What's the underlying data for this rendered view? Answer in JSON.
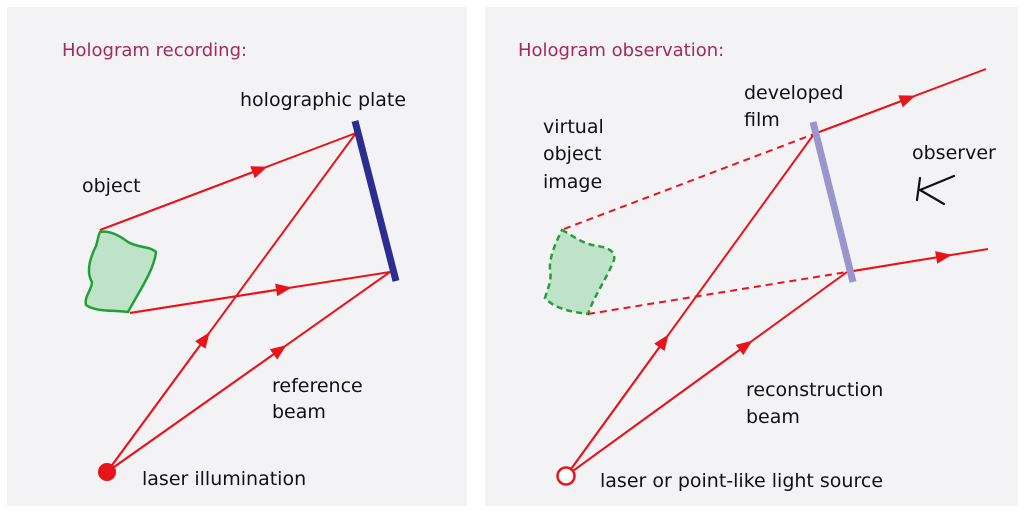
{
  "colors": {
    "panel_bg": "#f3f3f5",
    "title": "#a22a5c",
    "beam": "#e8141b",
    "object_fill": "#bfe3c9",
    "object_outline": "#21a038",
    "plate": "#2d2d8f",
    "film": "#9a95cc",
    "text": "#111111"
  },
  "recording": {
    "title": "Hologram recording:",
    "plate_label": "holographic plate",
    "object_label": "object",
    "reference_label": [
      "reference",
      "beam"
    ],
    "source_label": "laser illumination"
  },
  "observation": {
    "title": "Hologram observation:",
    "film_label": [
      "developed",
      "film"
    ],
    "virtual_label": [
      "virtual",
      "object",
      "image"
    ],
    "observer_label": "observer",
    "reconstruction_label": [
      "reconstruction",
      "beam"
    ],
    "source_label": "laser or point-like light source"
  },
  "icons": {
    "source_filled": "filled-circle-icon",
    "source_open": "open-circle-icon",
    "observer": "eye-icon"
  }
}
